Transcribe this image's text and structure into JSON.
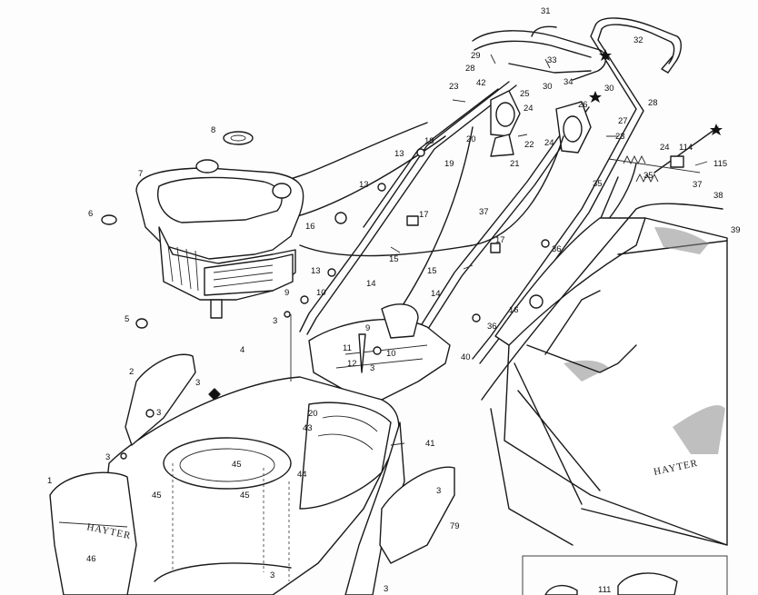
{
  "brand": {
    "mower_deck": "HAYTER",
    "grass_bag": "HAYTER"
  },
  "parts": [
    {
      "id": "p31",
      "label": "31"
    },
    {
      "id": "p32",
      "label": "32"
    },
    {
      "id": "p29",
      "label": "29"
    },
    {
      "id": "p28a",
      "label": "28"
    },
    {
      "id": "p33",
      "label": "33"
    },
    {
      "id": "p42",
      "label": "42"
    },
    {
      "id": "p30a",
      "label": "30"
    },
    {
      "id": "p34",
      "label": "34"
    },
    {
      "id": "p30b",
      "label": "30"
    },
    {
      "id": "p23a",
      "label": "23"
    },
    {
      "id": "p25",
      "label": "25"
    },
    {
      "id": "p24a",
      "label": "24"
    },
    {
      "id": "p26",
      "label": "26"
    },
    {
      "id": "p27",
      "label": "27"
    },
    {
      "id": "p28b",
      "label": "28"
    },
    {
      "id": "p18",
      "label": "18"
    },
    {
      "id": "p20a",
      "label": "20"
    },
    {
      "id": "p22",
      "label": "22"
    },
    {
      "id": "p24b",
      "label": "24"
    },
    {
      "id": "p23b",
      "label": "23"
    },
    {
      "id": "p8",
      "label": "8"
    },
    {
      "id": "p13a",
      "label": "13"
    },
    {
      "id": "p19",
      "label": "19"
    },
    {
      "id": "p21",
      "label": "21"
    },
    {
      "id": "p24c",
      "label": "24"
    },
    {
      "id": "p114",
      "label": "114"
    },
    {
      "id": "p115",
      "label": "115"
    },
    {
      "id": "p7",
      "label": "7"
    },
    {
      "id": "p13b",
      "label": "13"
    },
    {
      "id": "p35a",
      "label": "35"
    },
    {
      "id": "p35b",
      "label": "35"
    },
    {
      "id": "p37a",
      "label": "37"
    },
    {
      "id": "p38",
      "label": "38"
    },
    {
      "id": "p6",
      "label": "6"
    },
    {
      "id": "p37b",
      "label": "37"
    },
    {
      "id": "p17a",
      "label": "17"
    },
    {
      "id": "p16a",
      "label": "16"
    },
    {
      "id": "p39",
      "label": "39"
    },
    {
      "id": "p17b",
      "label": "17"
    },
    {
      "id": "p36a",
      "label": "36"
    },
    {
      "id": "p15a",
      "label": "15"
    },
    {
      "id": "p13c",
      "label": "13"
    },
    {
      "id": "p15b",
      "label": "15"
    },
    {
      "id": "p14a",
      "label": "14"
    },
    {
      "id": "p9a",
      "label": "9"
    },
    {
      "id": "p10a",
      "label": "10"
    },
    {
      "id": "p14b",
      "label": "14"
    },
    {
      "id": "p16b",
      "label": "16"
    },
    {
      "id": "p5",
      "label": "5"
    },
    {
      "id": "p3a",
      "label": "3"
    },
    {
      "id": "p36b",
      "label": "36"
    },
    {
      "id": "p9b",
      "label": "9"
    },
    {
      "id": "p11",
      "label": "11"
    },
    {
      "id": "p10b",
      "label": "10"
    },
    {
      "id": "p4",
      "label": "4"
    },
    {
      "id": "p40",
      "label": "40"
    },
    {
      "id": "p2",
      "label": "2"
    },
    {
      "id": "p12",
      "label": "12"
    },
    {
      "id": "p3b",
      "label": "3"
    },
    {
      "id": "p3c",
      "label": "3"
    },
    {
      "id": "p3d",
      "label": "3"
    },
    {
      "id": "p20b",
      "label": "20"
    },
    {
      "id": "p43",
      "label": "43"
    },
    {
      "id": "p41",
      "label": "41"
    },
    {
      "id": "p3e",
      "label": "3"
    },
    {
      "id": "p45a",
      "label": "45"
    },
    {
      "id": "p44",
      "label": "44"
    },
    {
      "id": "p3f",
      "label": "3"
    },
    {
      "id": "p1",
      "label": "1"
    },
    {
      "id": "p45b",
      "label": "45"
    },
    {
      "id": "p45c",
      "label": "45"
    },
    {
      "id": "p79",
      "label": "79"
    },
    {
      "id": "p46",
      "label": "46"
    },
    {
      "id": "p111",
      "label": "111"
    },
    {
      "id": "p3g",
      "label": "3"
    },
    {
      "id": "p3h",
      "label": "3"
    }
  ]
}
